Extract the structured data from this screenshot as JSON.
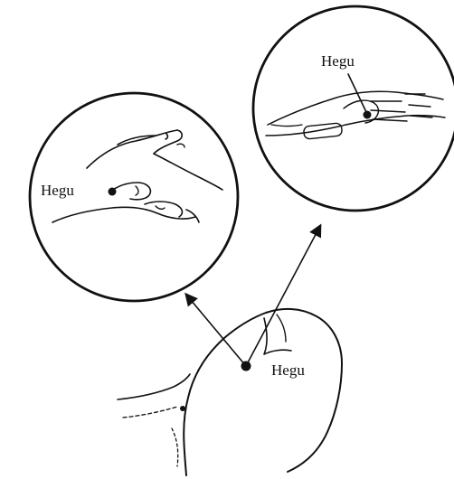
{
  "labels": {
    "left_circle": "Hegu",
    "right_circle": "Hegu",
    "fist": "Hegu"
  },
  "colors": {
    "ink": "#111111",
    "background": "#ffffff"
  },
  "icons": [
    "acupoint-dot-icon",
    "arrow-icon"
  ]
}
